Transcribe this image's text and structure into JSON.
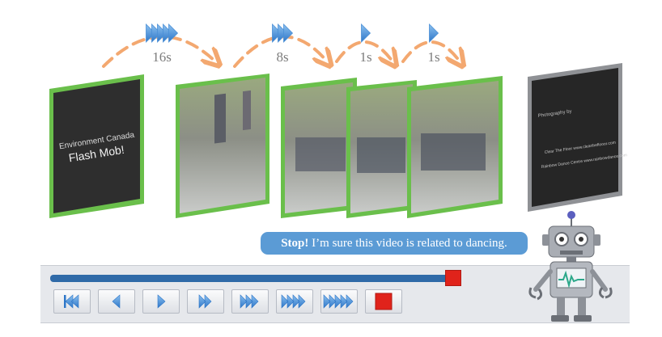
{
  "timeline": {
    "hops": [
      {
        "label": "16s",
        "arrow_count": 5
      },
      {
        "label": "8s",
        "arrow_count": 3
      },
      {
        "label": "1s",
        "arrow_count": 1
      },
      {
        "label": "1s",
        "arrow_count": 1
      }
    ]
  },
  "frames": {
    "intro": {
      "line1": "Environment Canada",
      "line2": "Flash Mob!"
    },
    "outro": {
      "line1": "Photography by",
      "line2": "Clear The Floor  www.cleartheflooor.com",
      "line3": "Rainbow Dance Centre  www.rainbowdance.com"
    }
  },
  "bubble": {
    "bold": "Stop!",
    "text": " I’m sure this video is related to dancing."
  },
  "player": {
    "progress": 0.98,
    "buttons": [
      "rewind-fast",
      "step-back",
      "play",
      "forward-1x",
      "forward-2x",
      "forward-3x",
      "forward-4x",
      "stop"
    ]
  },
  "colors": {
    "frame_border_green": "#6abf4b",
    "arrow_orange": "#f3a870",
    "chevron_blue": "#4a8fd6",
    "bubble_blue": "#5b9bd5",
    "stop_red": "#e0231b",
    "track_blue": "#2f6aa8"
  }
}
